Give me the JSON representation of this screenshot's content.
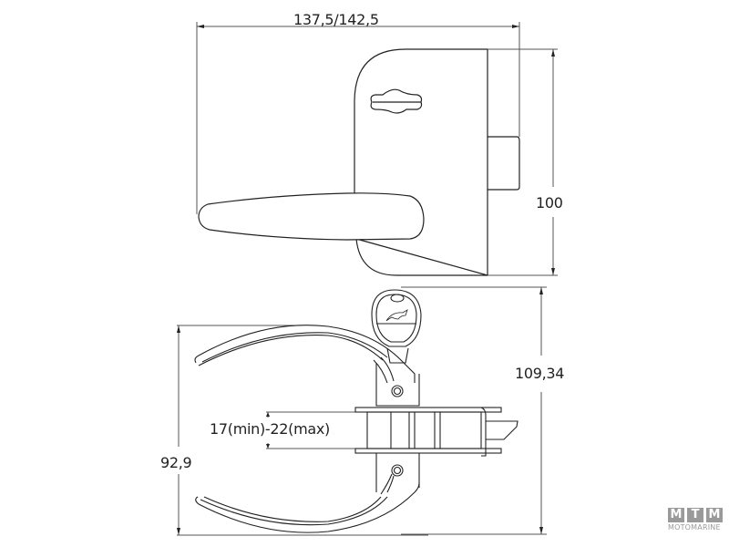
{
  "drawing": {
    "subject": "door lever handle with lock - technical drawing",
    "top_view": {
      "width_dimension": "137,5/142,5",
      "height_dimension": "100"
    },
    "side_view": {
      "overall_height_dimension": "109,34",
      "handle_height_dimension": "92,9",
      "door_thickness_dimension": "17(min)-22(max)"
    },
    "line_color": "#222222",
    "dimension_line_color": "#555555"
  },
  "logo": {
    "letters": [
      "M",
      "T",
      "M"
    ],
    "subtitle": "MOTOMARINE",
    "color": "#9a9a9a"
  }
}
